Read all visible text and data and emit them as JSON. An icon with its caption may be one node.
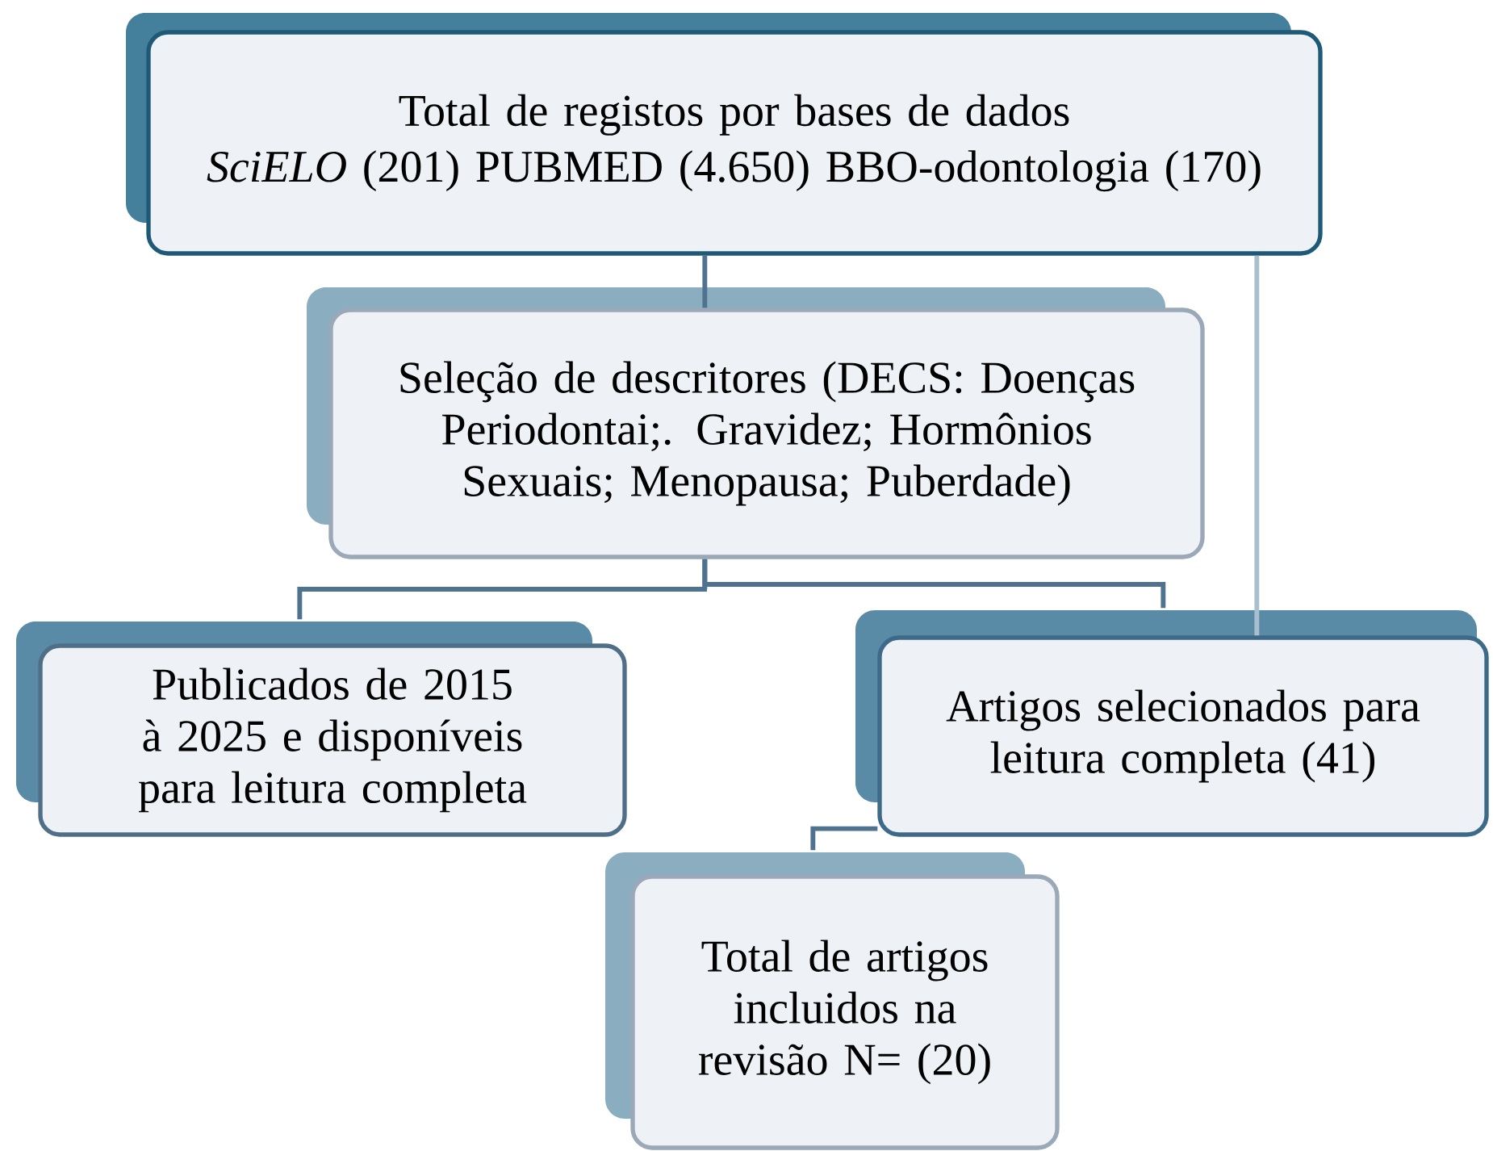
{
  "diagram": {
    "nodes": [
      {
        "text": [
          "Total de registos por bases de dados",
          "*SciELO* (201) PUBMED (4.650) BBO-odontologia (170)"
        ]
      },
      {
        "text": [
          "Seleção de descritores (DECS: Doenças Periodontai;. Gravidez; Hormônios Sexuais; Menopausa; Puberdade)"
        ]
      },
      {
        "text": [
          "Publicados de 2015 à 2025 e disponíveis para leitura completa"
        ]
      },
      {
        "text": [
          "Artigos selecionados para leitura completa (41)"
        ]
      },
      {
        "text": [
          "Total de artigos incluidos na revisão N= (20)"
        ]
      }
    ],
    "edges": [
      {
        "from": 0,
        "to": 1,
        "arrow": "none"
      },
      {
        "from": 1,
        "to": 2,
        "arrow": "none"
      },
      {
        "from": 1,
        "to": 3,
        "arrow": "none"
      },
      {
        "from": 3,
        "to": 4,
        "arrow": "none"
      },
      {
        "from": 0,
        "to": 3,
        "arrow": "none",
        "color": "#a9bfcd"
      }
    ]
  }
}
